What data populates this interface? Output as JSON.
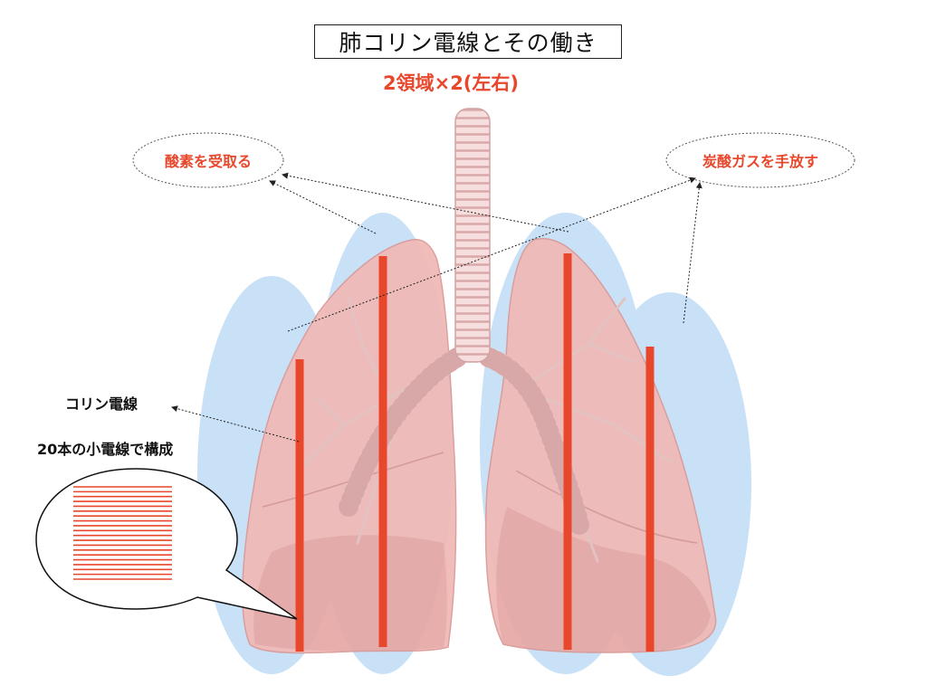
{
  "title": "肺コリン電線とその働き",
  "subtitle": "2領域×2(左右)",
  "labels": {
    "oxygen": "酸素を受取る",
    "co2": "炭酸ガスを手放す",
    "wire": "コリン電線",
    "wire_detail": "20本の小電線で構成"
  },
  "colors": {
    "accent_red": "#e8472b",
    "region_blue": "#c9e1f7",
    "lung_pink": "#f0b9b6"
  },
  "wire_count_in_bubble": 20
}
